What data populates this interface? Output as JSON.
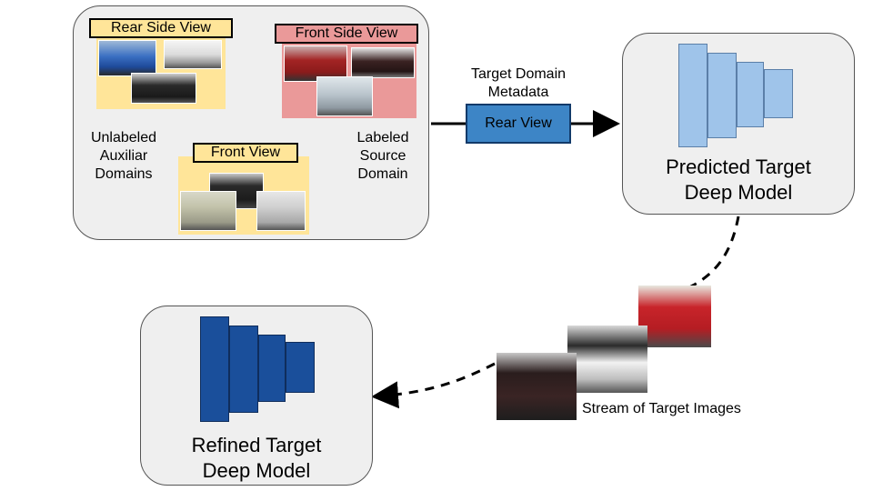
{
  "source_panel": {
    "rear_side_view_label": "Rear Side View",
    "front_side_view_label": "Front Side View",
    "front_view_label": "Front View",
    "unlabeled_label": "Unlabeled\nAuxiliar\nDomains",
    "labeled_label": "Labeled\nSource\nDomain"
  },
  "metadata": {
    "caption": "Target Domain\nMetadata",
    "box_label": "Rear View"
  },
  "predicted_model": {
    "label": "Predicted Target\nDeep Model"
  },
  "refined_model": {
    "label": "Refined Target\nDeep Model"
  },
  "stream": {
    "caption": "Stream of Target Images"
  },
  "colors": {
    "panel_bg": "#efefef",
    "yellow_label": "#ffe599",
    "pink_label": "#ea9999",
    "rear_view_box": "#3d85c6",
    "light_blue_block": "#9fc4ea",
    "dark_blue_block": "#1a4f9b"
  }
}
